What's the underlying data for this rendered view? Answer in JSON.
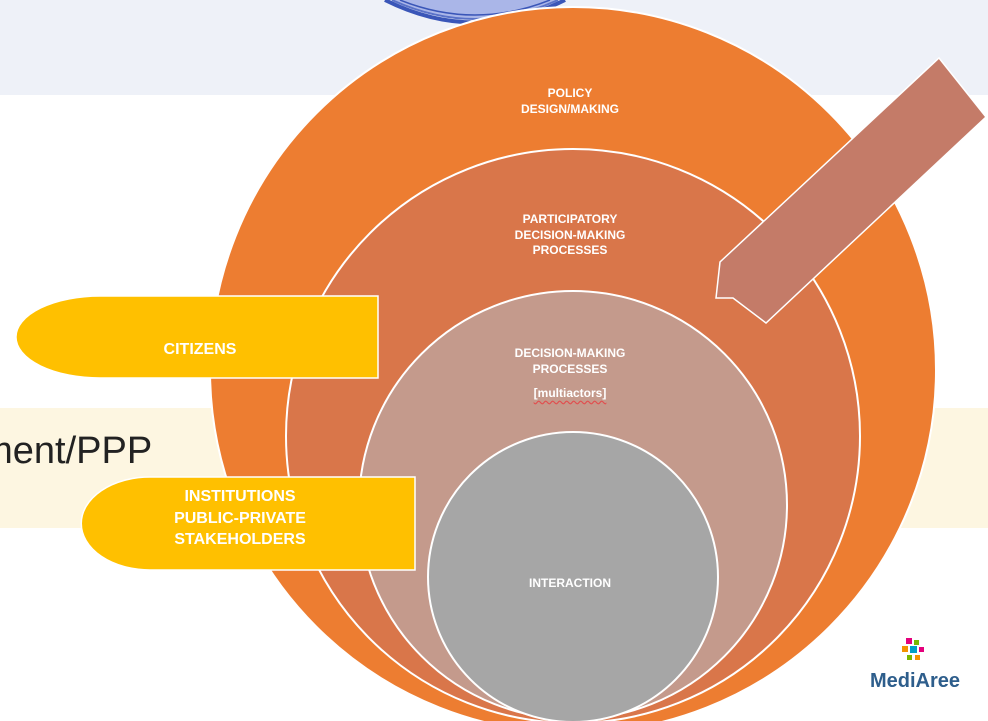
{
  "labels": {
    "policy": "POLICY\nDESIGN/MAKING",
    "participatory": "PARTICIPATORY\nDECISION-MAKING\nPROCESSES",
    "decision_making": "DECISION-MAKING\nPROCESSES",
    "multiactors": "[multiactors]",
    "interaction": "INTERACTION",
    "citizens": "CITIZENS",
    "institutions": "INSTITUTIONS\nPUBLIC-PRIVATE\nSTAKEHOLDERS",
    "management": "ement/PPP"
  },
  "logo": {
    "text": "MediAree",
    "color": "#2e5e8c"
  },
  "colors": {
    "outer_circle": "#ed7d31",
    "participatory_circle": "#d9764a",
    "decision_circle": "#c49a8c",
    "interaction_circle": "#a6a6a6",
    "arrow": "#c47b68",
    "stakeholder_shapes": "#ffc000",
    "top_decoration": "#8ea2db"
  }
}
